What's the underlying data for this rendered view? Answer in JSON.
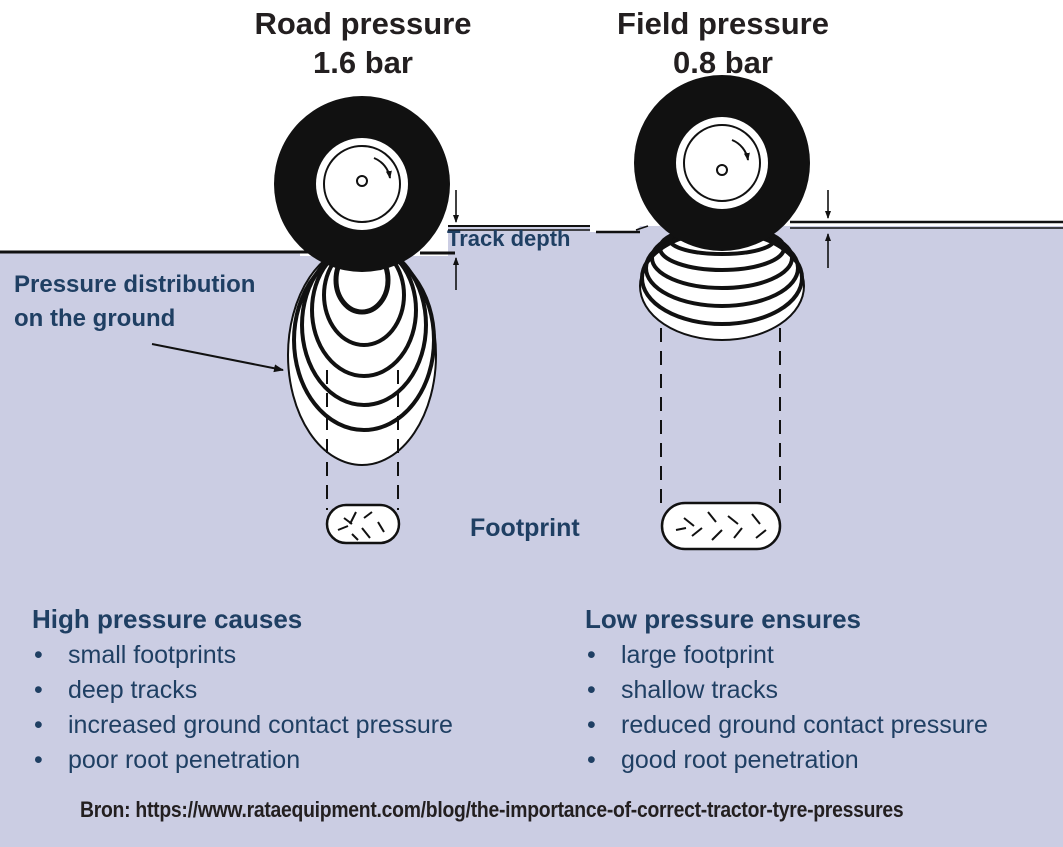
{
  "left": {
    "title_line1": "Road pressure",
    "title_line2": "1.6 bar"
  },
  "right": {
    "title_line1": "Field pressure",
    "title_line2": "0.8 bar"
  },
  "labels": {
    "track_depth": "Track depth",
    "pressure_dist_line1": "Pressure distribution",
    "pressure_dist_line2": "on the ground",
    "footprint": "Footprint"
  },
  "high": {
    "heading": "High pressure causes",
    "items": [
      "small footprints",
      "deep tracks",
      "increased ground contact pressure",
      "poor root penetration"
    ]
  },
  "low": {
    "heading": "Low pressure ensures",
    "items": [
      "large footprint",
      "shallow tracks",
      "reduced ground contact pressure",
      "good root penetration"
    ]
  },
  "source": "Bron: https://www.rataequipment.com/blog/the-importance-of-correct-tractor-tyre-pressures",
  "colors": {
    "soil": "#cbcde3",
    "text_blue": "#1f3f63",
    "tyre": "#111111"
  }
}
